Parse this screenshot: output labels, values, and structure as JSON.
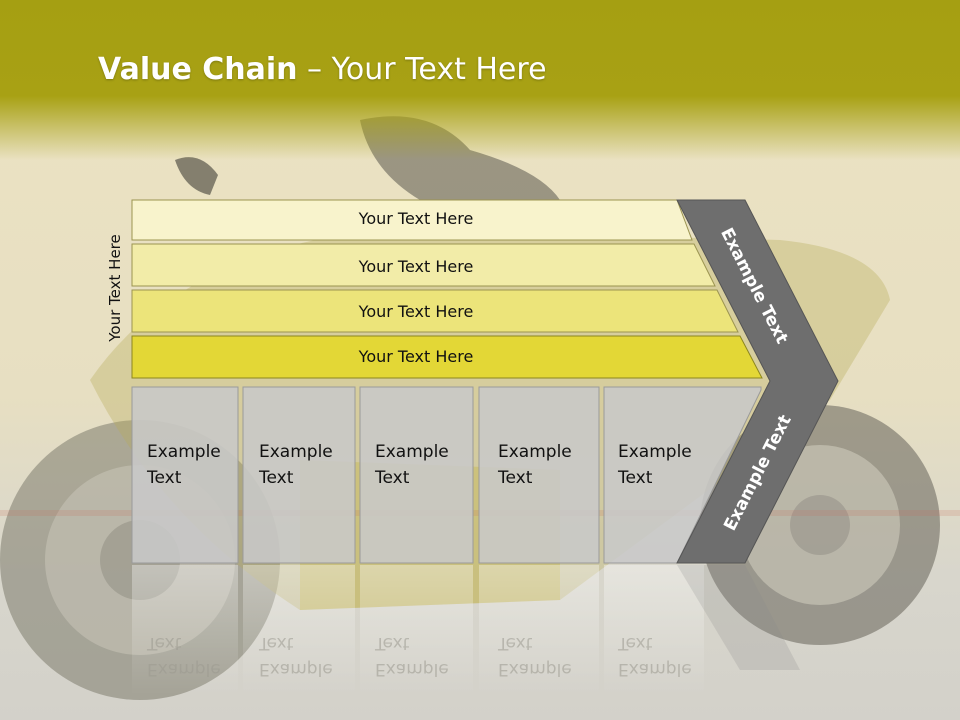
{
  "slide": {
    "title_bold": "Value Chain",
    "title_rest": " – Your Text Here",
    "vertical_label": "Your Text Here",
    "bars": [
      {
        "label": "Your Text Here",
        "color": "#f8f3cc"
      },
      {
        "label": "Your Text Here",
        "color": "#f2eca8"
      },
      {
        "label": "Your Text Here",
        "color": "#ece47a"
      },
      {
        "label": "Your Text Here",
        "color": "#e3d736"
      }
    ],
    "boxes": [
      {
        "line1": "Example",
        "line2": "Text"
      },
      {
        "line1": "Example",
        "line2": "Text"
      },
      {
        "line1": "Example",
        "line2": "Text"
      },
      {
        "line1": "Example",
        "line2": "Text"
      },
      {
        "line1": "Example",
        "line2": "Text"
      }
    ],
    "chevron_top": "Example Text",
    "chevron_bottom": "Example Text",
    "colors": {
      "header": "#a8a114",
      "box": "#c8c8c8",
      "chevron": "#6e6e6e"
    }
  }
}
